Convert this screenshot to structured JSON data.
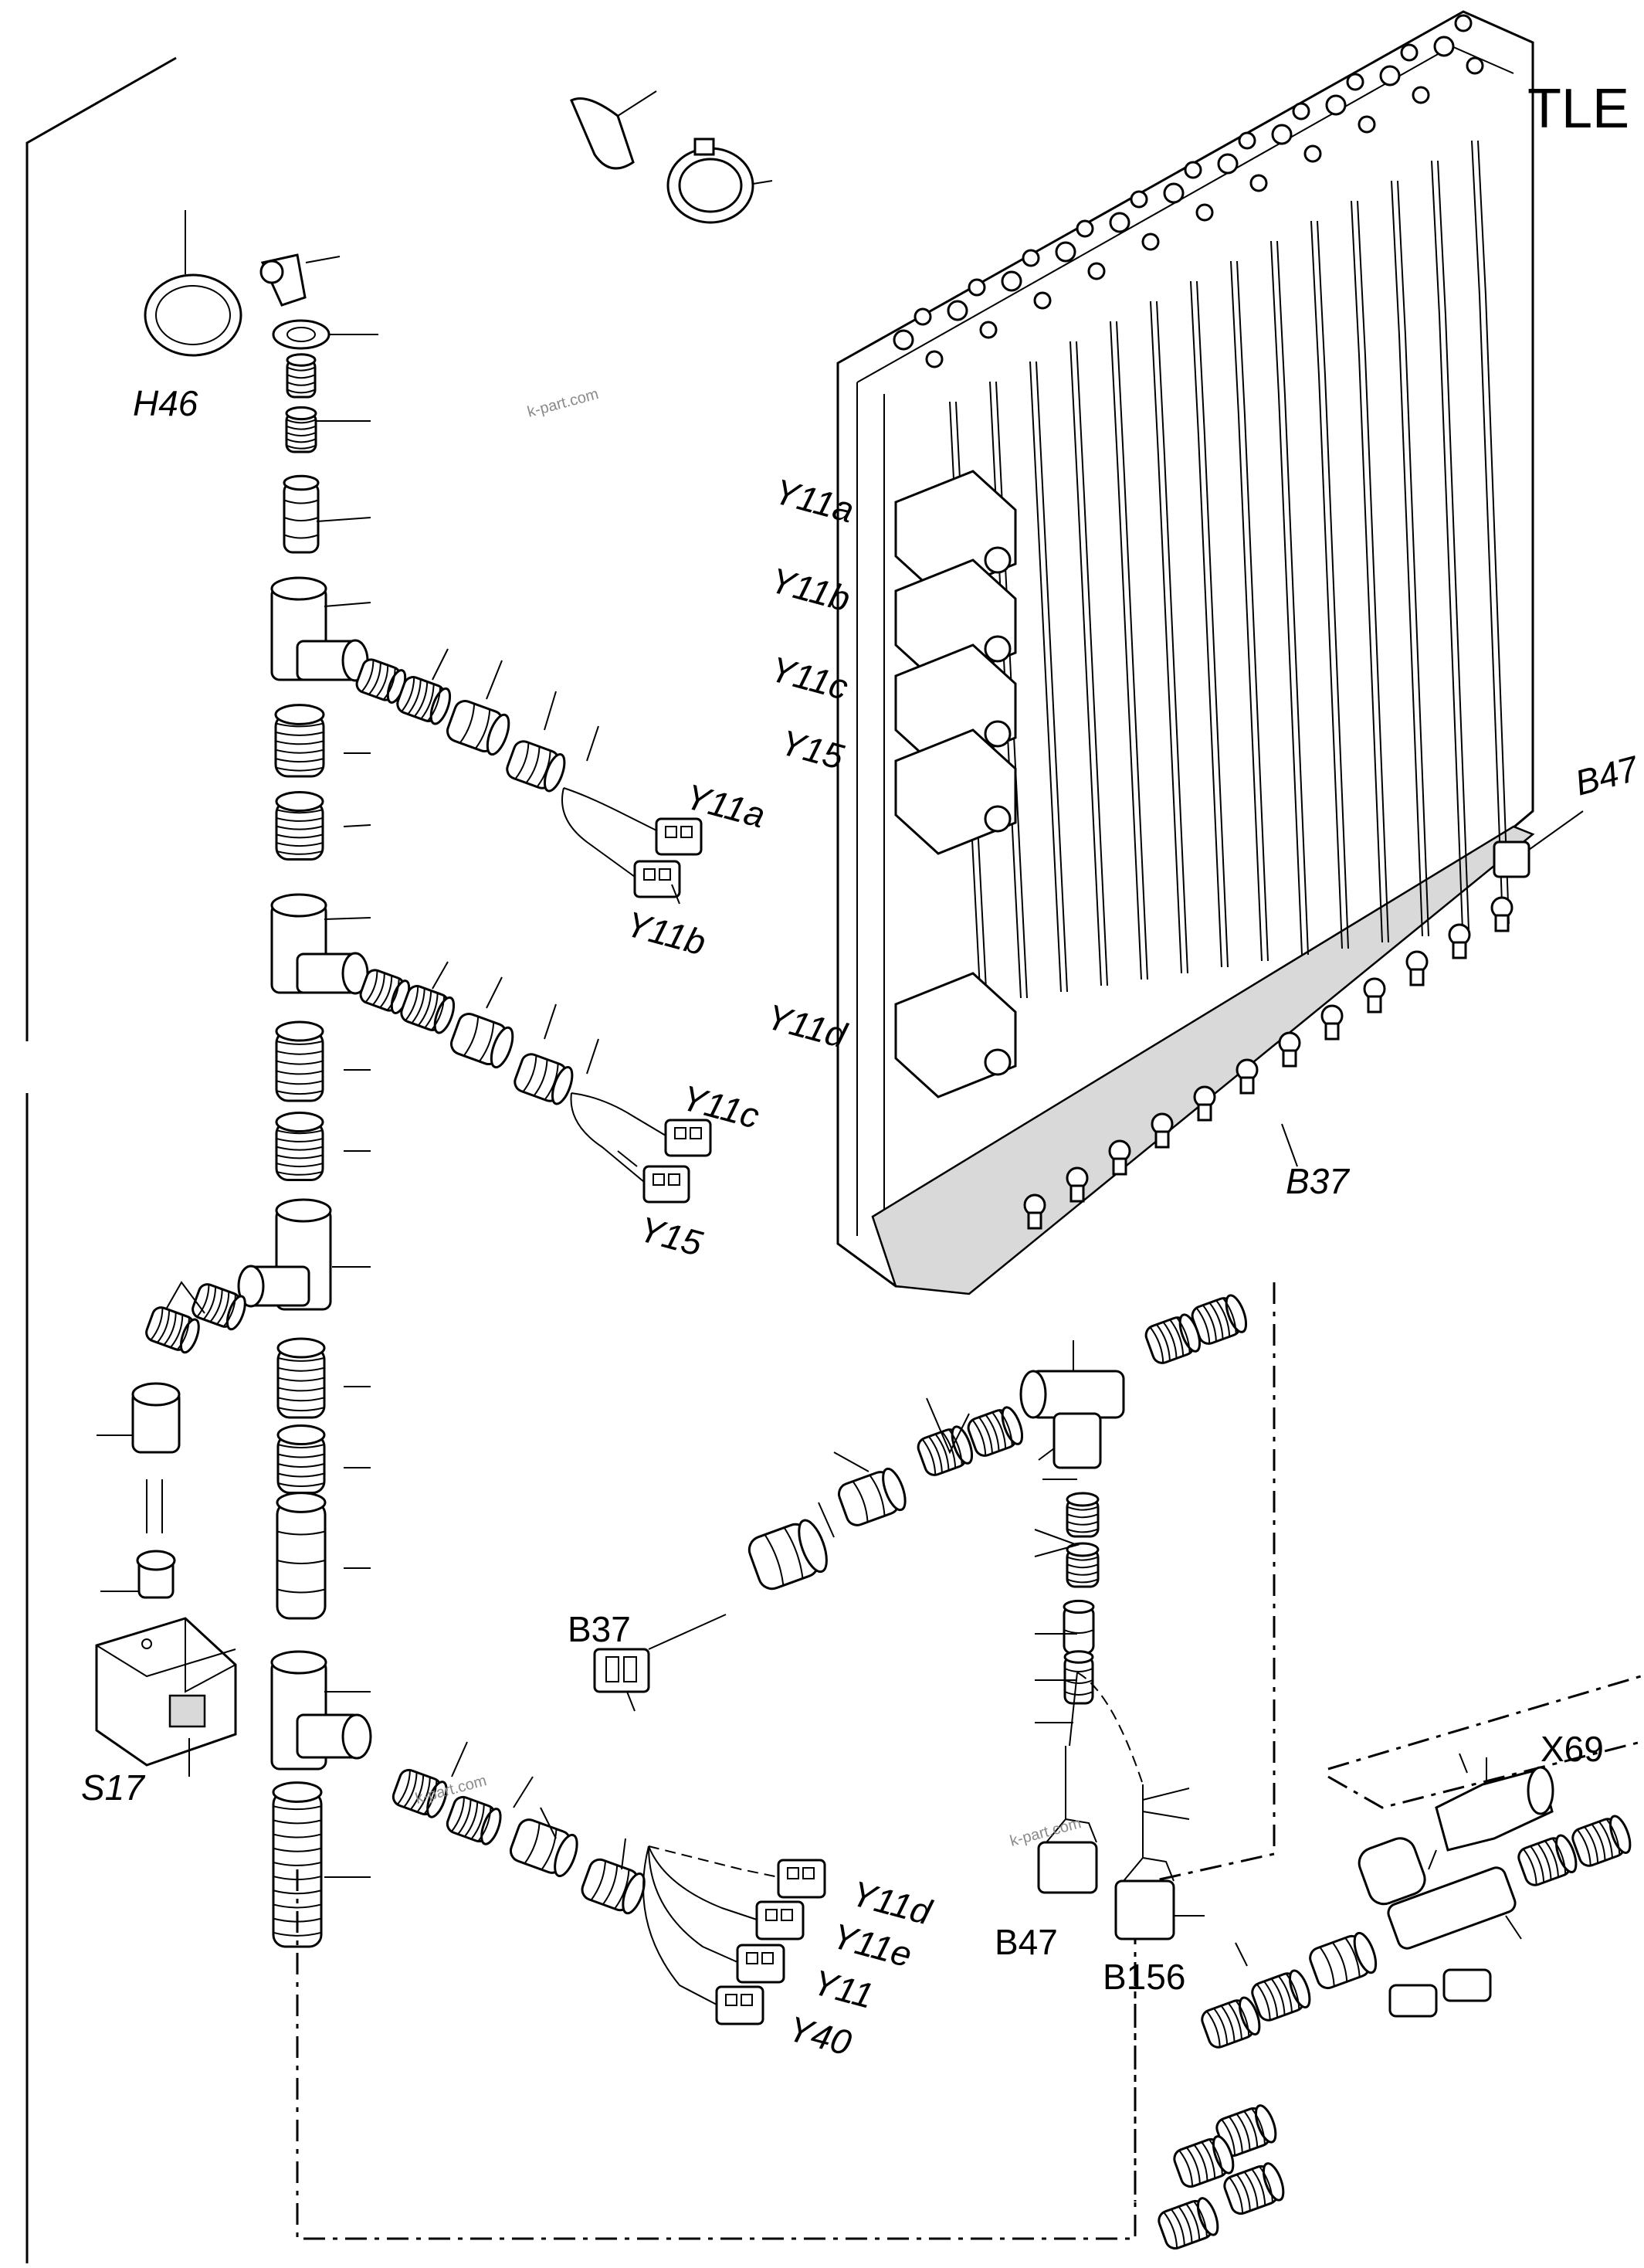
{
  "header": {
    "code": "TLE"
  },
  "labels": {
    "H46": "H46",
    "S17": "S17",
    "Y11a_panel": "Y11a",
    "Y11b_panel": "Y11b",
    "Y11c_panel": "Y11c",
    "Y15_panel": "Y15",
    "Y11d_panel": "Y11d",
    "B47_panel": "B47",
    "B37_panel": "B37",
    "Y11a_conn": "Y11a",
    "Y11b_conn": "Y11b",
    "Y11c_conn": "Y11c",
    "Y15_conn": "Y15",
    "Y11d_conn": "Y11d",
    "Y11e_conn": "Y11e",
    "Y11_conn": "Y11",
    "Y40_conn": "Y40",
    "B37_conn": "B37",
    "B47_conn": "B47",
    "B156_conn": "B156",
    "X69_conn": "X69"
  },
  "watermarks": [
    "k-part.com",
    "k-part.com",
    "k-part.com"
  ]
}
